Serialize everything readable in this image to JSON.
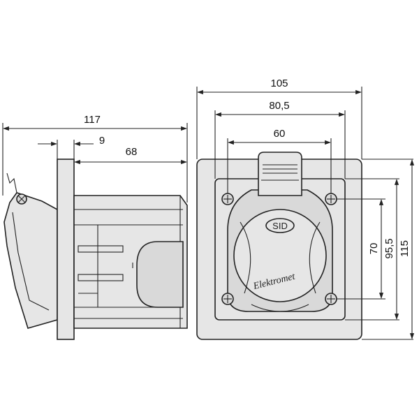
{
  "drawing": {
    "background": "#ffffff",
    "fill_color": "#e6e6e6",
    "line_color": "#222222"
  },
  "side_view": {
    "dim_overall": "117",
    "dim_flange": "9",
    "dim_body": "68"
  },
  "front_view": {
    "dim_width": "105",
    "dim_frame": "80,5",
    "dim_socket": "60",
    "dim_hole_spacing": "70",
    "dim_frame_height": "95,5",
    "dim_height": "115",
    "brand_label": "SID",
    "script_label": "Elektromet"
  }
}
